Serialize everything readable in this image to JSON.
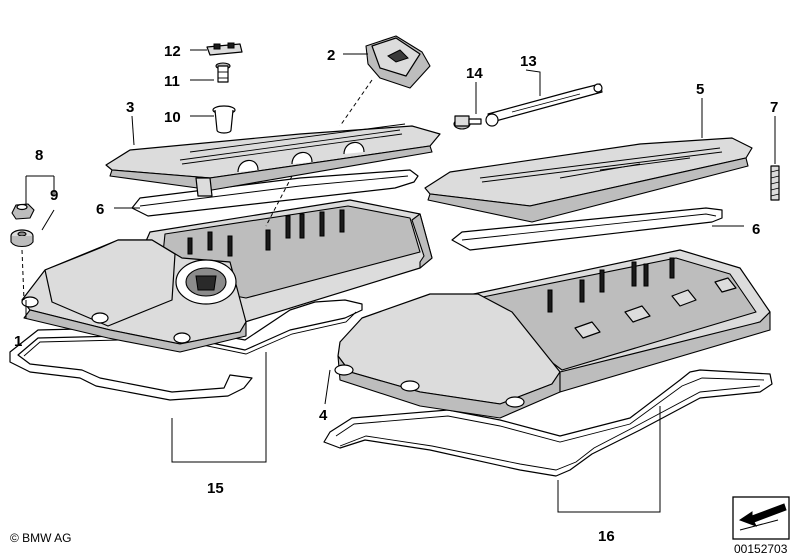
{
  "diagram": {
    "parts": [
      {
        "id": "1",
        "label": "1"
      },
      {
        "id": "2",
        "label": "2"
      },
      {
        "id": "3",
        "label": "3"
      },
      {
        "id": "4",
        "label": "4"
      },
      {
        "id": "5",
        "label": "5"
      },
      {
        "id": "6a",
        "label": "6"
      },
      {
        "id": "6b",
        "label": "6"
      },
      {
        "id": "7",
        "label": "7"
      },
      {
        "id": "8",
        "label": "8"
      },
      {
        "id": "9",
        "label": "9"
      },
      {
        "id": "10",
        "label": "10"
      },
      {
        "id": "11",
        "label": "11"
      },
      {
        "id": "12",
        "label": "12"
      },
      {
        "id": "13",
        "label": "13"
      },
      {
        "id": "14",
        "label": "14"
      },
      {
        "id": "15",
        "label": "15"
      },
      {
        "id": "16",
        "label": "16"
      }
    ],
    "footer": {
      "copyright": "© BMW AG",
      "image_number": "00152703"
    }
  }
}
